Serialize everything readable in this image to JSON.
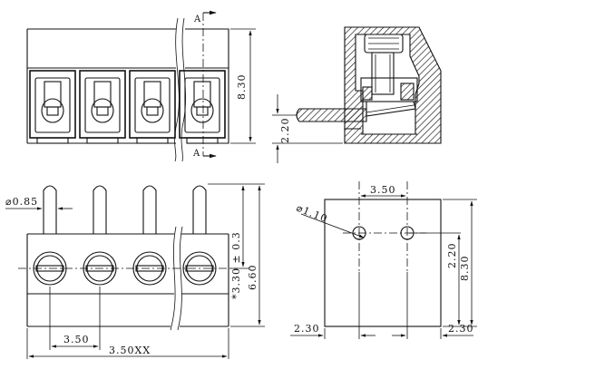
{
  "views": {
    "front": {
      "section_marks": [
        "A",
        "A"
      ],
      "height_dim": "8.30"
    },
    "section": {
      "pin_offset_dim": "2.20"
    },
    "bottom": {
      "pin_diameter": "⌀0.85",
      "offset_tol_dim": "*3.30 ± 0.3",
      "body_height_dim": "6.60",
      "pitch_dim": "3.50",
      "overall_length_dim": "3.50XX"
    },
    "pcb_layout": {
      "pitch_dim": "3.50",
      "hole_diameter": "⌀1.10",
      "hole_offset_dim": "2.20",
      "height_dim": "8.30",
      "left_margin_dim": "2.30",
      "right_margin_dim": "2.30"
    }
  }
}
